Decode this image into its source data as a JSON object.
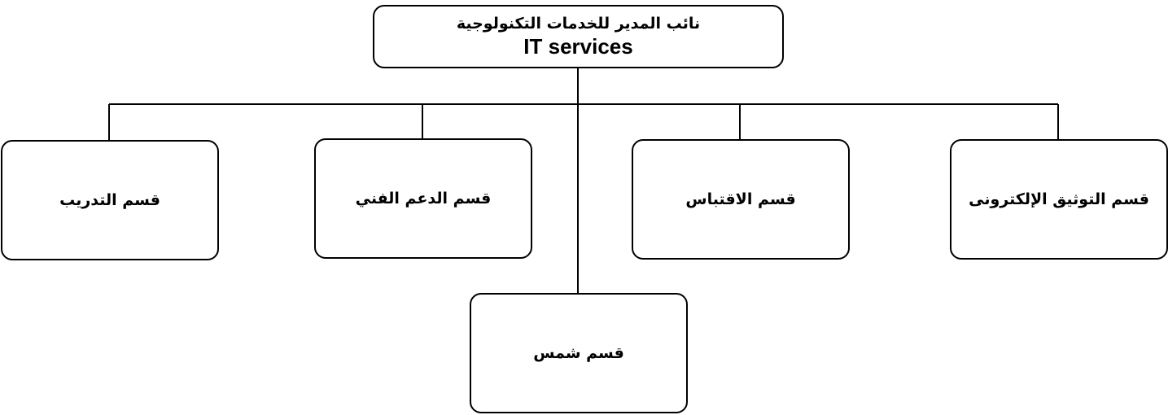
{
  "root": {
    "title_ar": "نائب المدير للخدمات التكنولوجية",
    "title_en": "IT services"
  },
  "departments": [
    {
      "label": "قسم التدريب"
    },
    {
      "label": "قسم الدعم الفني"
    },
    {
      "label": "قسم الاقتباس"
    },
    {
      "label": "قسم التوثيق الإلكترونى"
    },
    {
      "label": "قسم شمس"
    }
  ]
}
